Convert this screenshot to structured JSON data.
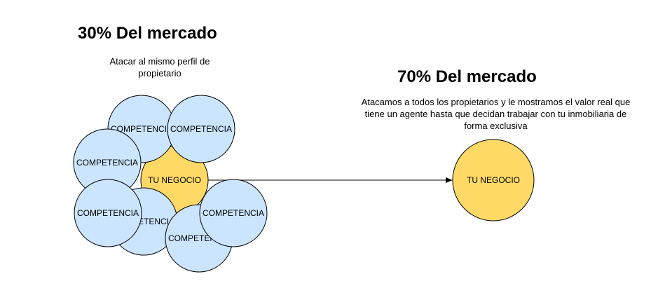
{
  "left_panel": {
    "title": "30% Del mercado",
    "subtitle": "Atacar al mismo perfil de propietario"
  },
  "right_panel": {
    "title": "70% Del mercado",
    "subtitle": "Atacamos a todos los propietarios y le mostramos el valor real que tiene un agente hasta que decidan trabajar con tu inmobiliaria de forma exclusiva"
  },
  "nodes": {
    "business_label": "TU NEGOCIO",
    "competitor_label": "COMPETENCIA"
  },
  "colors": {
    "business_fill": "#FFD966",
    "competitor_fill": "#CCE5FF",
    "stroke": "#000000"
  }
}
